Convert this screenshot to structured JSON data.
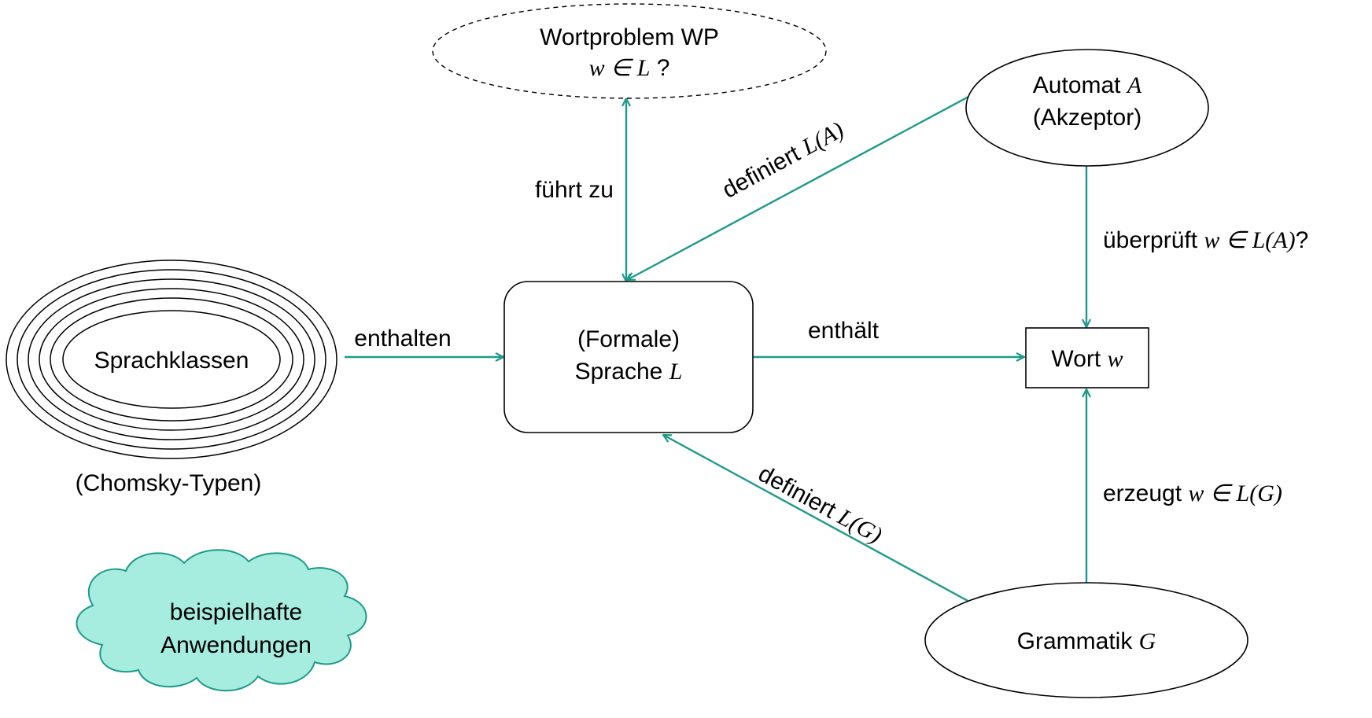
{
  "nodes": {
    "wortproblem": {
      "line1": "Wortproblem WP",
      "line2_math": "w ∈ L",
      "line2_suffix": " ?"
    },
    "automat": {
      "line1_text": "Automat ",
      "line1_math": "A",
      "line2": "(Akzeptor)"
    },
    "sprache": {
      "line1": "(Formale)",
      "line2_text": "Sprache ",
      "line2_math": "L"
    },
    "wort": {
      "text": "Wort ",
      "math": "w"
    },
    "sprachklassen": {
      "label": "Sprachklassen"
    },
    "grammatik": {
      "text": "Grammatik ",
      "math": "G"
    },
    "anwendungen": {
      "line1": "beispielhafte",
      "line2": "Anwendungen"
    }
  },
  "captions": {
    "chomsky": "(Chomsky-Typen)"
  },
  "edges": {
    "fuehrt_zu": "führt zu",
    "enthalten": "enthalten",
    "enthaelt": "enthält",
    "definiert_a": {
      "text": "definiert ",
      "math": "L(A)"
    },
    "definiert_g": {
      "text": "definiert ",
      "math": "L(G)"
    },
    "ueberprueft": {
      "text": "überprüft ",
      "math": "w ∈ L(A)",
      "suffix": "?"
    },
    "erzeugt": {
      "text": "erzeugt ",
      "math": "w ∈ L(G)"
    }
  },
  "colors": {
    "edge": "#1e9a8a",
    "cloud_fill": "#a6ede0",
    "stroke": "#000000"
  }
}
